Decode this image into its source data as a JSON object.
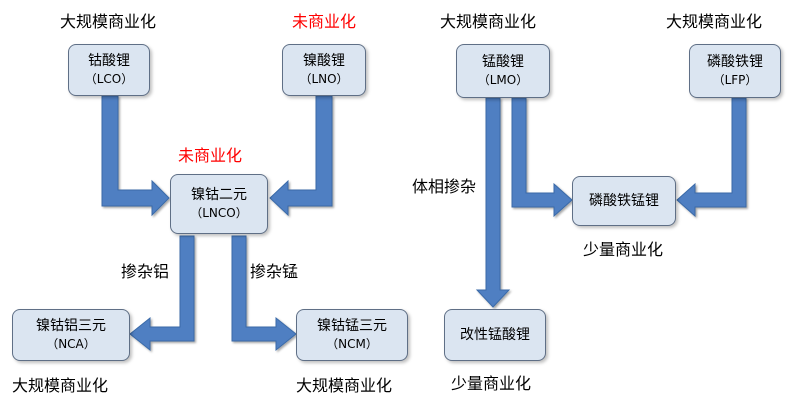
{
  "nodes": {
    "lco": {
      "name": "钴酸锂",
      "abbr": "（LCO）",
      "status": "大规模商业化"
    },
    "lno": {
      "name": "镍酸锂",
      "abbr": "（LNO）",
      "status": "未商业化"
    },
    "lnco": {
      "name": "镍钴二元",
      "abbr": "（LNCO）",
      "status": "未商业化"
    },
    "nca": {
      "name": "镍钴铝三元",
      "abbr": "（NCA）",
      "status": "大规模商业化"
    },
    "ncm": {
      "name": "镍钴锰三元",
      "abbr": "（NCM）",
      "status": "大规模商业化"
    },
    "lmo": {
      "name": "锰酸锂",
      "abbr": "（LMO）",
      "status": "大规模商业化"
    },
    "lfp": {
      "name": "磷酸铁锂",
      "abbr": "（LFP）",
      "status": "大规模商业化"
    },
    "lmfp": {
      "name": "磷酸铁锰锂",
      "status": "少量商业化"
    },
    "mod_lmo": {
      "name": "改性锰酸锂",
      "status": "少量商业化"
    }
  },
  "edges": {
    "dope_al": "掺杂铝",
    "dope_mn": "掺杂锰",
    "bulk_doping": "体相掺杂"
  },
  "colors": {
    "box_fill": "#dbe5f1",
    "box_border": "#5f6f86",
    "arrow": "#4f7fc2",
    "not_commercial": "#ff0000"
  }
}
